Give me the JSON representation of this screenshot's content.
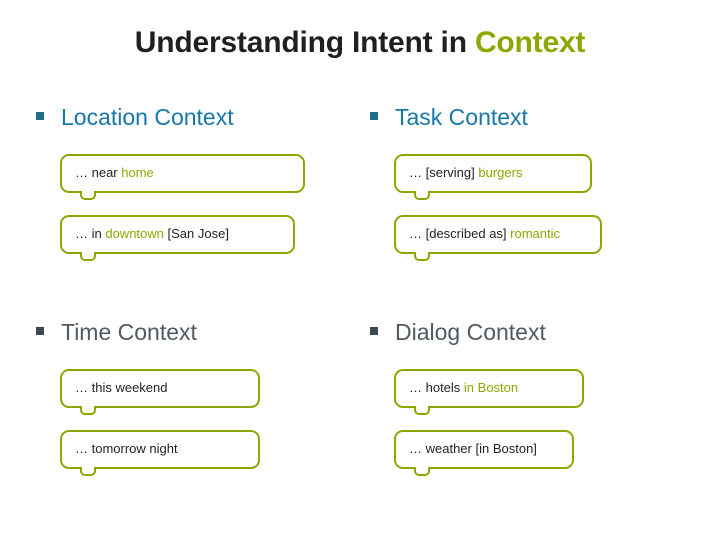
{
  "slide": {
    "title_plain": "Understanding Intent in ",
    "title_accent": "Context",
    "accent_color": "#8aa800",
    "heading_color": "#1778a8"
  },
  "quadrants": [
    {
      "heading": "Location Context",
      "bubbles": [
        {
          "pre": "… near ",
          "highlight": "home",
          "post": ""
        },
        {
          "pre": "… in ",
          "highlight": "downtown",
          "post": " [San Jose]"
        }
      ]
    },
    {
      "heading": "Task Context",
      "bubbles": [
        {
          "pre": "… [serving] ",
          "highlight": "burgers",
          "post": ""
        },
        {
          "pre": "… [described as] ",
          "highlight": "romantic",
          "post": ""
        }
      ]
    },
    {
      "heading": "Time Context",
      "bubbles": [
        {
          "pre": "… this weekend",
          "highlight": "",
          "post": ""
        },
        {
          "pre": "… tomorrow night",
          "highlight": "",
          "post": ""
        }
      ]
    },
    {
      "heading": "Dialog Context",
      "bubbles": [
        {
          "pre": "… hotels ",
          "highlight": "in Boston",
          "post": ""
        },
        {
          "pre": "… weather ",
          "highlight": "",
          "post": "[in Boston]"
        }
      ]
    }
  ]
}
